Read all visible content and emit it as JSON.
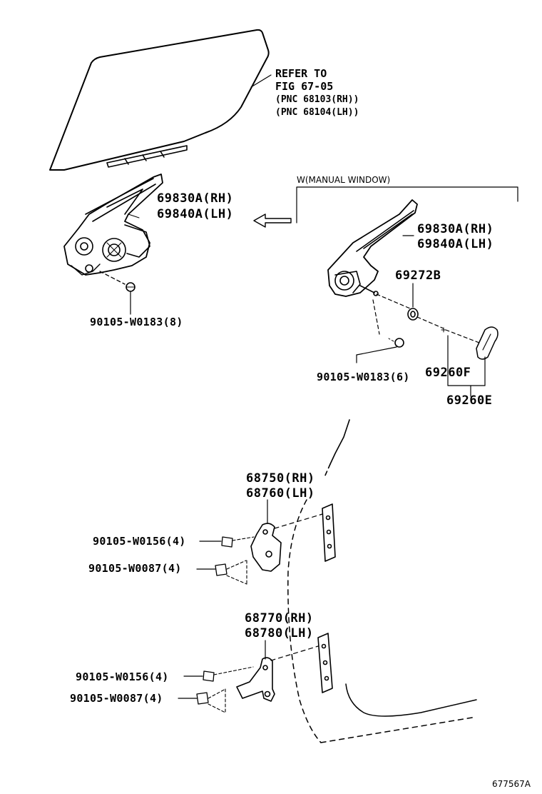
{
  "refer": {
    "line1": "REFER TO",
    "line2": "FIG 67-05",
    "line3": "(PNC 68103(RH))",
    "line4": "(PNC 68104(LH))"
  },
  "manual_window_note": "W(MANUAL WINDOW)",
  "labels": {
    "regulator_power_rh": "69830A(RH)",
    "regulator_power_lh": "69840A(LH)",
    "bolt_power": "90105-W0183(8)",
    "regulator_manual_rh": "69830A(RH)",
    "regulator_manual_lh": "69840A(LH)",
    "part_69272b": "69272B",
    "bolt_manual": "90105-W0183(6)",
    "part_69260f": "69260F",
    "part_69260e": "69260E",
    "upper_hinge_rh": "68750(RH)",
    "upper_hinge_lh": "68760(LH)",
    "upper_bolt_a": "90105-W0156(4)",
    "upper_bolt_b": "90105-W0087(4)",
    "lower_hinge_rh": "68770(RH)",
    "lower_hinge_lh": "68780(LH)",
    "lower_bolt_a": "90105-W0156(4)",
    "lower_bolt_b": "90105-W0087(4)"
  },
  "figure_id": "677567A",
  "colors": {
    "ink": "#000000",
    "paper": "#ffffff"
  }
}
